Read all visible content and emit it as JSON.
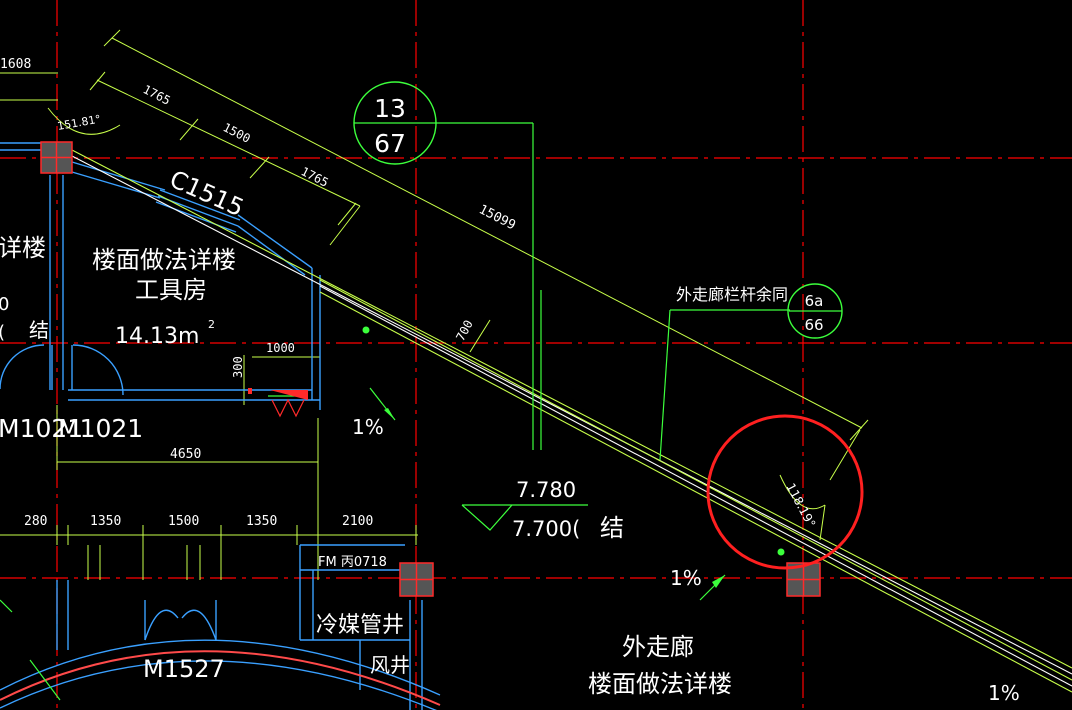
{
  "colors": {
    "background": "#000000",
    "axis": "#ff0000",
    "wall": "#3aa0ff",
    "dimension": "#c8ff4a",
    "annotation": "#3cff3c",
    "text": "#ffffff",
    "column_fill": "#555555",
    "column_edge": "#ff2a2a",
    "highlight": "#ff2020"
  },
  "dimensions": {
    "d1608": "1608",
    "d1765a": "1765",
    "d1500a": "1500",
    "d1765b": "1765",
    "d15099": "15099",
    "d700": "700",
    "d1000": "1000",
    "d300": "300",
    "d4650": "4650",
    "d280": "280",
    "d1350a": "1350",
    "d1500b": "1500",
    "d1350b": "1350",
    "d2100": "2100"
  },
  "angles": {
    "a1": "151.81°",
    "a2": "118.19°"
  },
  "labels": {
    "room_floor": "楼面做法详楼",
    "room_name": "工具房",
    "area": "14.13m",
    "area_sup": "2",
    "window": "C1515",
    "door_left": "M1021",
    "door_left2": "M1021",
    "door_bottom": "M1527",
    "fm_door": "FM 丙0718",
    "shaft_name": "冷媒管井",
    "wind_well": "风井",
    "corridor_name": "外走廊",
    "corridor_floor": "楼面做法详楼",
    "railing_note": "外走廊栏杆余同",
    "slope1": "1%",
    "slope2": "1%",
    "slope3": "1%",
    "elev_top": "7.780",
    "elev_bottom": "7.700(",
    "struct_mark": "结",
    "left_edge_1": "详楼",
    "left_edge_2": "结",
    "left_edge_3": "0",
    "left_edge_4": "("
  },
  "detail_bubble_1": {
    "top": "13",
    "bottom": "67"
  },
  "detail_bubble_2": {
    "top": "6a",
    "bottom": "66"
  }
}
